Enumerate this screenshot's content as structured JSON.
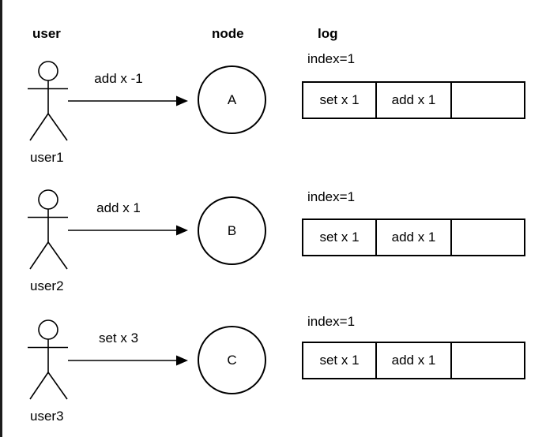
{
  "headers": {
    "user": "user",
    "node": "node",
    "log": "log"
  },
  "rows": [
    {
      "user_label": "user1",
      "message": "add x -1",
      "node": "A",
      "log": {
        "index_label": "index=1",
        "cells": [
          "set x 1",
          "add x 1",
          ""
        ]
      }
    },
    {
      "user_label": "user2",
      "message": "add x 1",
      "node": "B",
      "log": {
        "index_label": "index=1",
        "cells": [
          "set x 1",
          "add x 1",
          ""
        ]
      }
    },
    {
      "user_label": "user3",
      "message": "set x 3",
      "node": "C",
      "log": {
        "index_label": "index=1",
        "cells": [
          "set x 1",
          "add x 1",
          ""
        ]
      }
    }
  ],
  "colors": {
    "stroke": "#000000",
    "background": "#ffffff",
    "text": "#000000"
  }
}
